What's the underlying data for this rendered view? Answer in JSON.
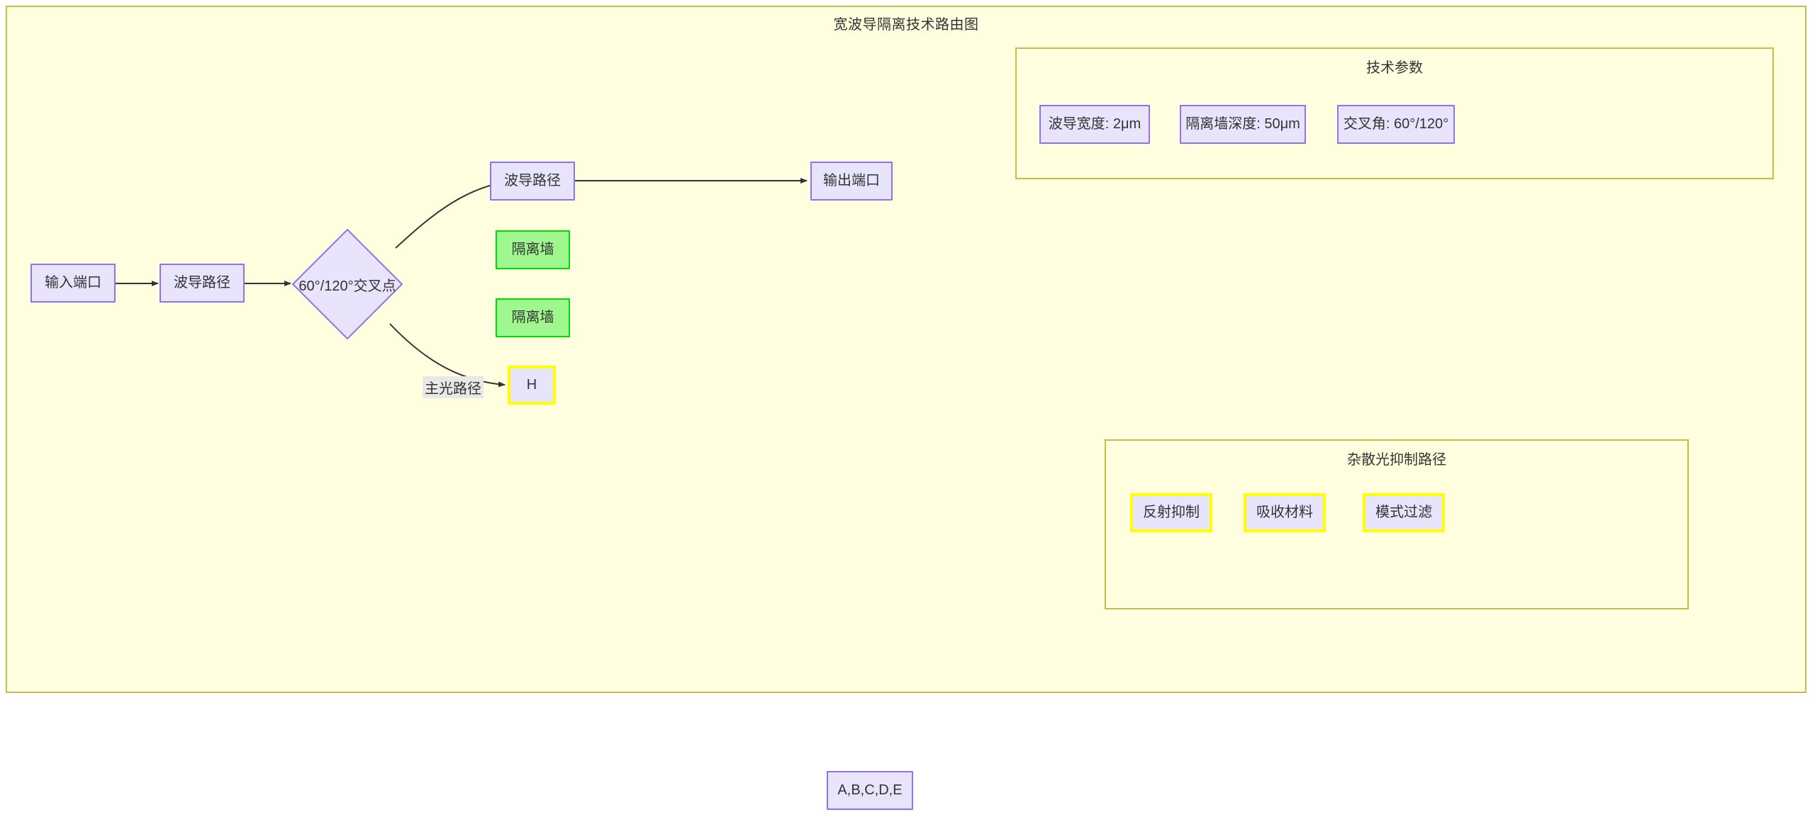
{
  "diagram": {
    "title": "宽波导隔离技术路由图",
    "type": "flowchart"
  },
  "subgraphs": {
    "tech_params": {
      "title": "技术参数",
      "items": [
        {
          "label": "波导宽度: 2μm"
        },
        {
          "label": "隔离墙深度: 50μm"
        },
        {
          "label": "交叉角: 60°/120°"
        }
      ]
    },
    "stray_light": {
      "title": "杂散光抑制路径",
      "items": [
        {
          "label": "反射抑制"
        },
        {
          "label": "吸收材料"
        },
        {
          "label": "模式过滤"
        }
      ]
    }
  },
  "nodes": {
    "input_port": "输入端口",
    "waveguide_path_main": "波导路径",
    "crossing_point": "60°/120°交叉点",
    "waveguide_path_upper": "波导路径",
    "output_port": "输出端口",
    "isolation_wall_1": "隔离墙",
    "isolation_wall_2": "隔离墙",
    "node_h": "H",
    "legend_node": "A,B,C,D,E"
  },
  "edge_labels": {
    "main_light_path": "主光路径"
  },
  "colors": {
    "container_fill": "#ffffe0",
    "container_border": "#bfbf4d",
    "node_fill": "#e8e4fb",
    "node_border": "#9370f0",
    "green_fill": "#9ff78f",
    "green_border": "#00dd00",
    "yellow_border": "#ffff00",
    "edge_stroke": "#333333",
    "text": "#333333",
    "edge_label_bg": "#e8e8e8"
  }
}
